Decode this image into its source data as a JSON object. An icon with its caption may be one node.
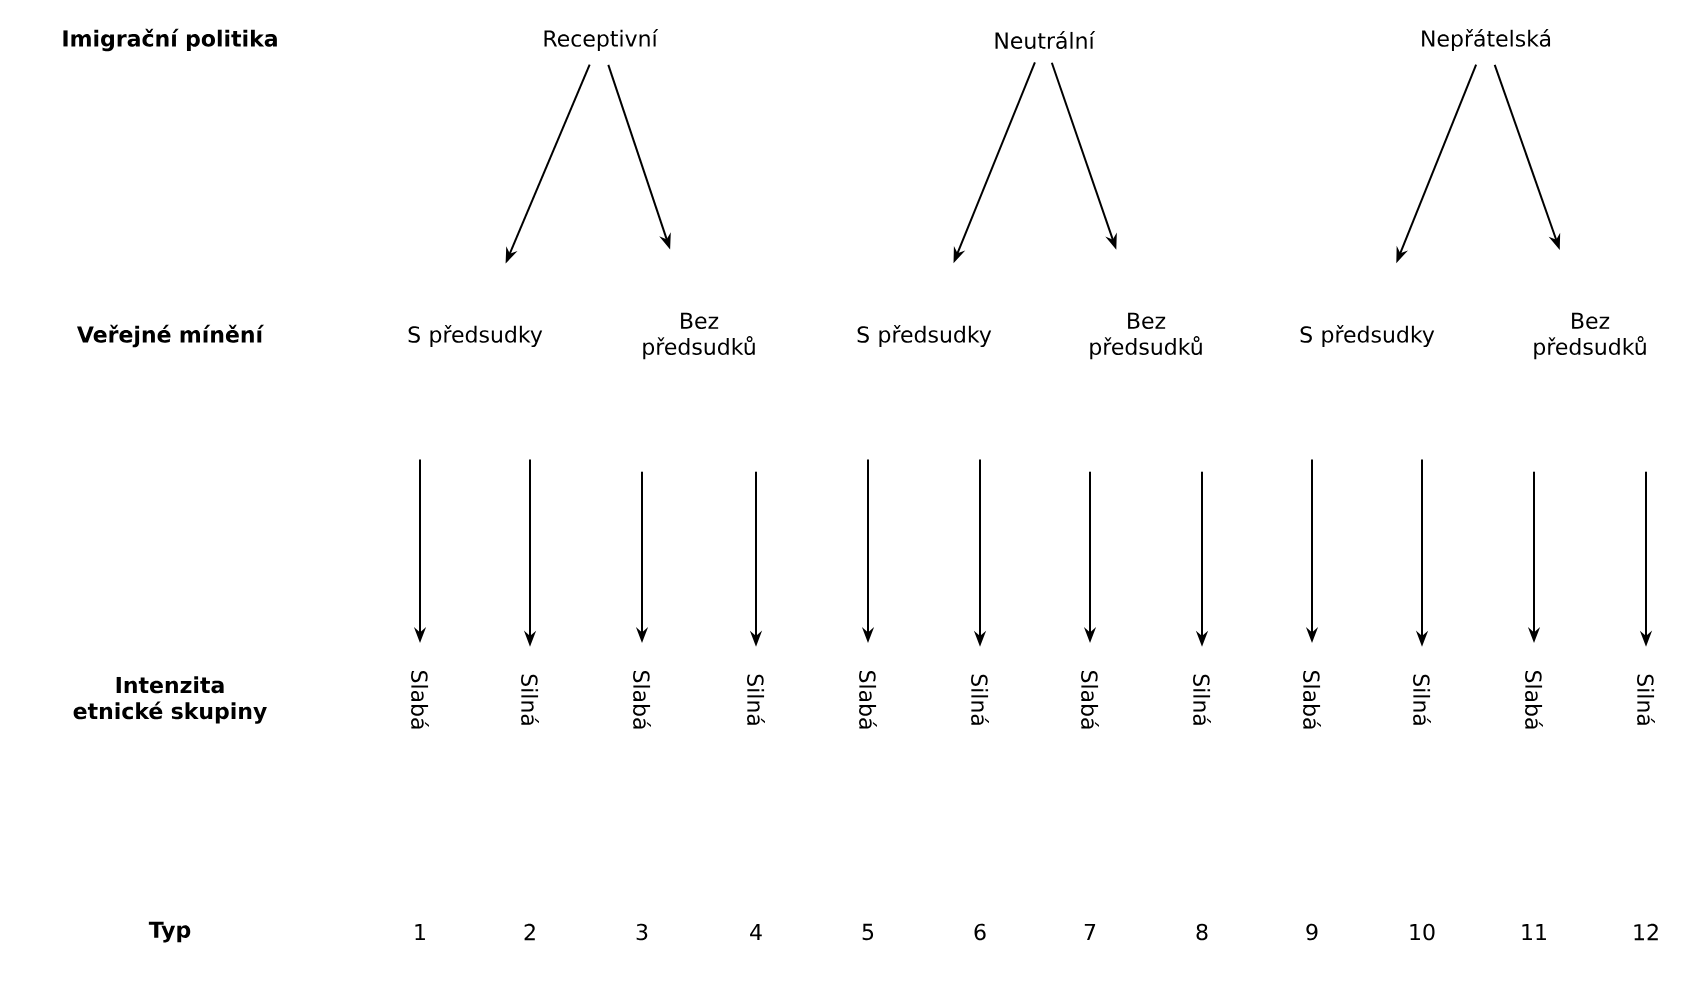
{
  "diagram": {
    "nodes": [
      {
        "text": [
          "Receptivní"
        ]
      },
      {
        "text": [
          "Neutrální"
        ]
      },
      {
        "text": [
          "Nepřátelská"
        ]
      },
      {
        "text": [
          "S předsudky"
        ]
      },
      {
        "text": [
          "Bez předsudků"
        ]
      },
      {
        "text": [
          "S předsudky"
        ]
      },
      {
        "text": [
          "Bez předsudků"
        ]
      },
      {
        "text": [
          "S předsudky"
        ]
      },
      {
        "text": [
          "Bez předsudků"
        ]
      },
      {
        "text": [
          "Slabá"
        ]
      },
      {
        "text": [
          "Silná"
        ]
      },
      {
        "text": [
          "Slabá"
        ]
      },
      {
        "text": [
          "Silná"
        ]
      },
      {
        "text": [
          "Slabá"
        ]
      },
      {
        "text": [
          "Silná"
        ]
      },
      {
        "text": [
          "Slabá"
        ]
      },
      {
        "text": [
          "Silná"
        ]
      },
      {
        "text": [
          "Slabá"
        ]
      },
      {
        "text": [
          "Silná"
        ]
      },
      {
        "text": [
          "Slabá"
        ]
      },
      {
        "text": [
          "Silná"
        ]
      }
    ],
    "edges": [
      {
        "from": 0,
        "to": 3,
        "arrow": "to"
      },
      {
        "from": 0,
        "to": 4,
        "arrow": "to"
      },
      {
        "from": 1,
        "to": 5,
        "arrow": "to"
      },
      {
        "from": 1,
        "to": 6,
        "arrow": "to"
      },
      {
        "from": 2,
        "to": 7,
        "arrow": "to"
      },
      {
        "from": 2,
        "to": 8,
        "arrow": "to"
      },
      {
        "from": 3,
        "to": 9,
        "arrow": "to"
      },
      {
        "from": 3,
        "to": 10,
        "arrow": "to"
      },
      {
        "from": 4,
        "to": 11,
        "arrow": "to"
      },
      {
        "from": 4,
        "to": 12,
        "arrow": "to"
      },
      {
        "from": 5,
        "to": 13,
        "arrow": "to"
      },
      {
        "from": 5,
        "to": 14,
        "arrow": "to"
      },
      {
        "from": 6,
        "to": 15,
        "arrow": "to"
      },
      {
        "from": 6,
        "to": 16,
        "arrow": "to"
      },
      {
        "from": 7,
        "to": 17,
        "arrow": "to"
      },
      {
        "from": 7,
        "to": 18,
        "arrow": "to"
      },
      {
        "from": 8,
        "to": 19,
        "arrow": "to"
      },
      {
        "from": 8,
        "to": 20,
        "arrow": "to"
      }
    ],
    "labels": [
      "Imigrační politika",
      "Veřejné mínění",
      "Intenzita etnické skupiny",
      "Typ",
      "1",
      "2",
      "3",
      "4",
      "5",
      "6",
      "7",
      "8",
      "9",
      "10",
      "11",
      "12"
    ]
  }
}
